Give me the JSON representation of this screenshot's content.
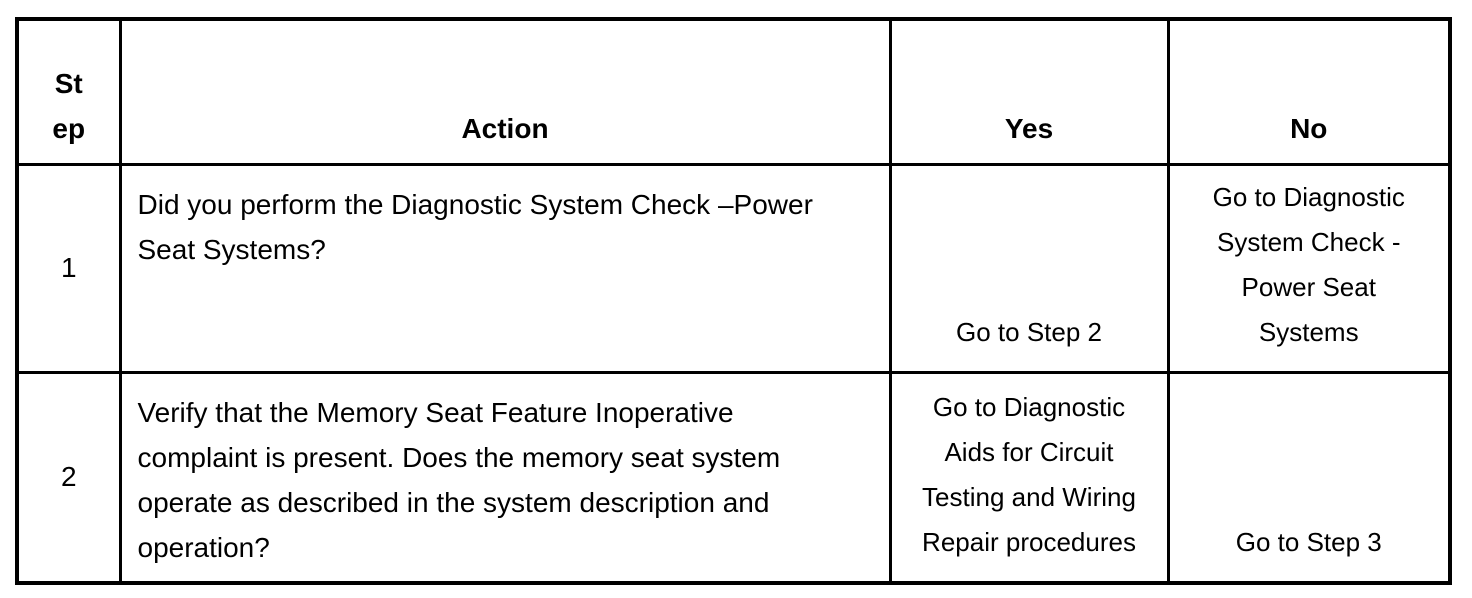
{
  "table": {
    "headers": {
      "step": "St\nep",
      "action": "Action",
      "yes": "Yes",
      "no": "No"
    },
    "rows": [
      {
        "step": "1",
        "action": "Did you perform the Diagnostic System Check –Power\nSeat Systems?",
        "yes": "Go to Step 2",
        "no": "Go to Diagnostic\nSystem Check -\nPower Seat\nSystems"
      },
      {
        "step": "2",
        "action": "Verify that the Memory Seat Feature Inoperative\ncomplaint is present. Does the memory seat system\noperate as described in the system description and\noperation?",
        "yes": "Go to Diagnostic\nAids for Circuit\nTesting and Wiring\nRepair procedures",
        "no": "Go to Step 3"
      }
    ],
    "colors": {
      "border": "#000000",
      "text": "#000000",
      "background": "#ffffff"
    }
  }
}
